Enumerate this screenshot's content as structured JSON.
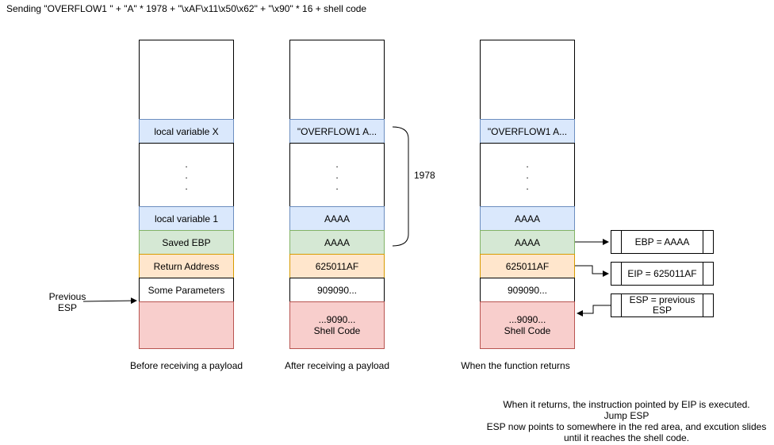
{
  "title": "Sending \"OVERFLOW1 \" + \"A\" * 1978 + \"\\xAF\\x11\\x50\\x62\" + \"\\x90\" * 16 + shell code",
  "stacks": [
    {
      "caption": "Before receiving a payload",
      "cells": {
        "top": "",
        "var_x": "local variable X",
        "dots": ".\n.\n.",
        "var_1": "local variable 1",
        "ebp": "Saved EBP",
        "ret": "Return Address",
        "params": "Some Parameters",
        "bottom": ""
      }
    },
    {
      "caption": "After receiving a payload",
      "cells": {
        "top": "",
        "var_x": "\"OVERFLOW1 A...",
        "dots": ".\n.\n.",
        "var_1": "AAAA",
        "ebp": "AAAA",
        "ret": "625011AF",
        "params": "909090...",
        "bottom": "...9090...\nShell Code"
      }
    },
    {
      "caption": "When the function returns",
      "cells": {
        "top": "",
        "var_x": "\"OVERFLOW1 A...",
        "dots": ".\n.\n.",
        "var_1": "AAAA",
        "ebp": "AAAA",
        "ret": "625011AF",
        "params": "909090...",
        "bottom": "...9090...\nShell Code"
      }
    }
  ],
  "brace_label": "1978",
  "prev_esp_label": "Previous\nESP",
  "registers": {
    "ebp": "EBP = AAAA",
    "eip": "EIP = 625011AF",
    "esp": "ESP = previous ESP"
  },
  "note": {
    "line1": "When it returns, the instruction pointed by EIP is executed.",
    "line2": "Jump ESP",
    "line3": "ESP now points to somewhere in the red area, and excution slides",
    "line4": "until it reaches the shell code."
  },
  "colors": {
    "blue": "#dae8fc",
    "green": "#d5e8d4",
    "orange": "#ffe6cc",
    "red": "#f8cecc"
  }
}
